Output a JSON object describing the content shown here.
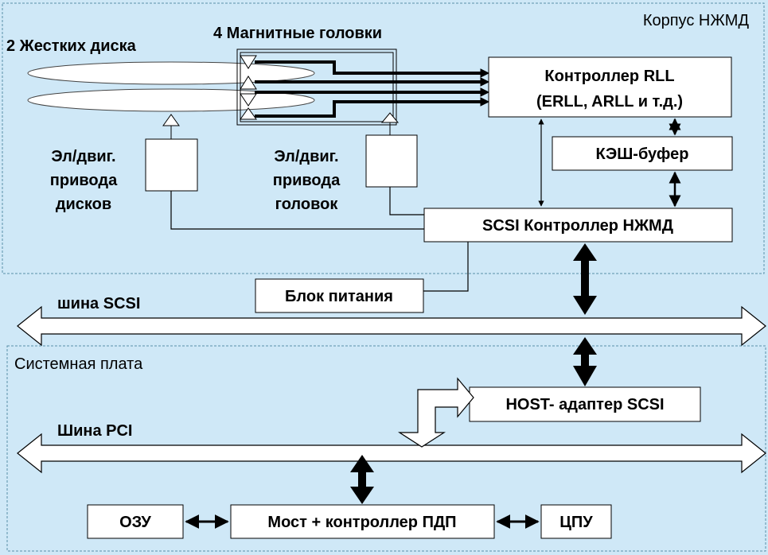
{
  "regions": {
    "hdd_case": "Корпус НЖМД",
    "motherboard": "Системная плата"
  },
  "labels": {
    "disks": "2 Жестких диска",
    "heads": "4 Магнитные головки",
    "disk_motor": [
      "Эл/двиг.",
      "привода",
      "дисков"
    ],
    "head_motor": [
      "Эл/двиг.",
      "привода",
      "головок"
    ],
    "scsi_bus": "шина SCSI",
    "pci_bus": "Шина PCI"
  },
  "boxes": {
    "rll_line1": "Контроллер RLL",
    "rll_line2": "(ERLL, ARLL и т.д.)",
    "cache": "КЭШ-буфер",
    "scsi_controller": "SCSI Контроллер НЖМД",
    "power": "Блок питания",
    "host_adapter": "HOST- адаптер SCSI",
    "ram": "ОЗУ",
    "bridge": "Мост + контроллер ПДП",
    "cpu": "ЦПУ"
  },
  "colors": {
    "background": "#cfe8f7",
    "box_fill": "#ffffff",
    "line": "#000000",
    "region_border": "#5a8fa8"
  }
}
